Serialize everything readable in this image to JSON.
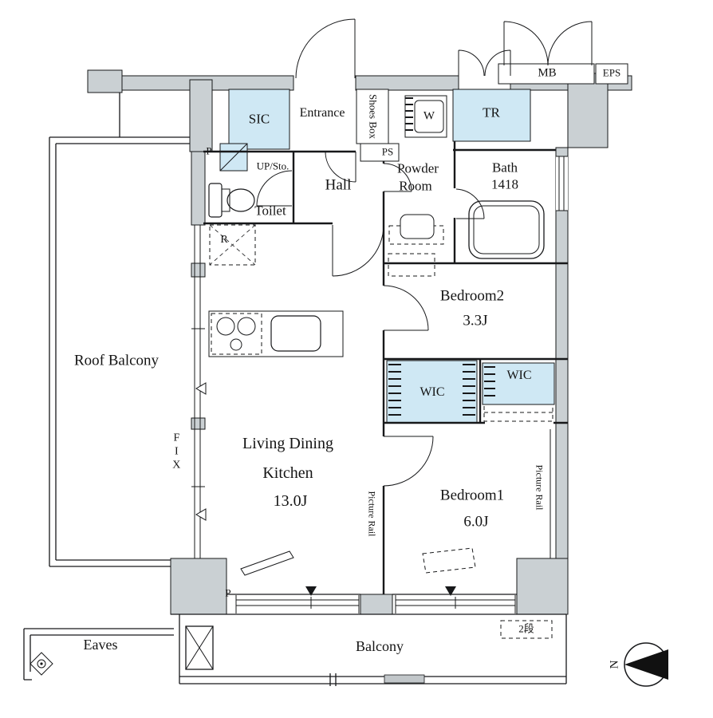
{
  "colors": {
    "paper": "#ffffff",
    "wall_fill": "#cad0d3",
    "closet_fill": "#cfe8f4",
    "line": "#17181a"
  },
  "labels": {
    "mb": "MB",
    "eps": "EPS",
    "sic": "SIC",
    "entrance": "Entrance",
    "shoes_box": "Shoes Box",
    "washer": "W",
    "ps": "PS",
    "tr": "TR",
    "p_top": "P",
    "up_sto": "UP/Sto.",
    "hall": "Hall",
    "toilet": "Toilet",
    "powder_line1": "Powder",
    "powder_line2": "Room",
    "bath_line1": "Bath",
    "bath_line2": "1418",
    "refrigerator": "R",
    "bedroom2": "Bedroom2",
    "bedroom2_size": "3.3J",
    "wic_left": "WIC",
    "wic_right": "WIC",
    "roof_balcony": "Roof Balcony",
    "fix": "FIX",
    "ldk_line1": "Living Dining",
    "ldk_line2": "Kitchen",
    "ldk_size": "13.0J",
    "bedroom1": "Bedroom1",
    "bedroom1_size": "6.0J",
    "picture_rail_left": "Picture Rail",
    "picture_rail_right": "Picture Rail",
    "eaves": "Eaves",
    "balcony": "Balcony",
    "p_bottom": "P",
    "shelf_2dan": "2段",
    "compass_north": "N"
  }
}
